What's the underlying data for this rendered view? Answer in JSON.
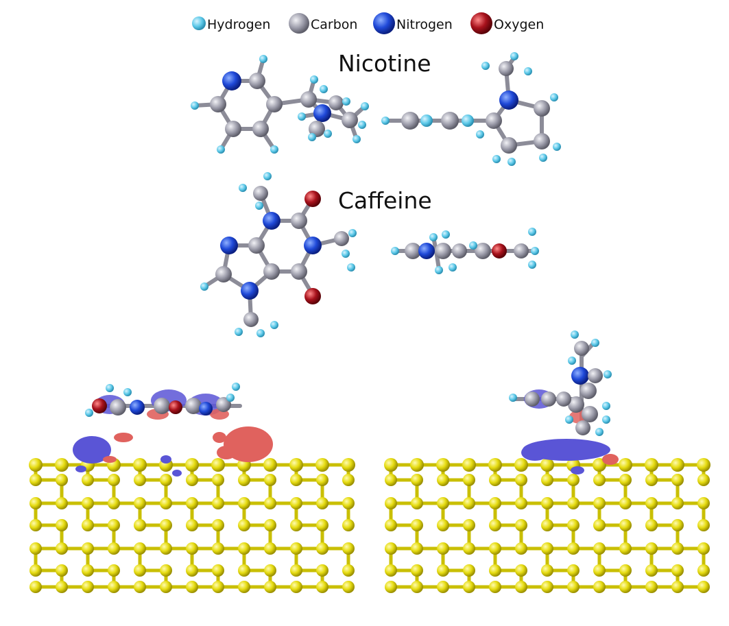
{
  "legend": [
    {
      "label": "Hydrogen",
      "color": "#5bc8e8"
    },
    {
      "label": "Carbon",
      "color": "#9a9aa8"
    },
    {
      "label": "Nitrogen",
      "color": "#1f49d8"
    },
    {
      "label": "Oxygen",
      "color": "#a8121c"
    }
  ],
  "molecules": {
    "nicotine": {
      "label": "Nicotine"
    },
    "caffeine": {
      "label": "Caffeine"
    }
  },
  "colors": {
    "surface_atom": "#e6dc12",
    "surface_bond": "#c9bf05",
    "density_blue": "#5a55d6",
    "density_red": "#e0625e"
  }
}
